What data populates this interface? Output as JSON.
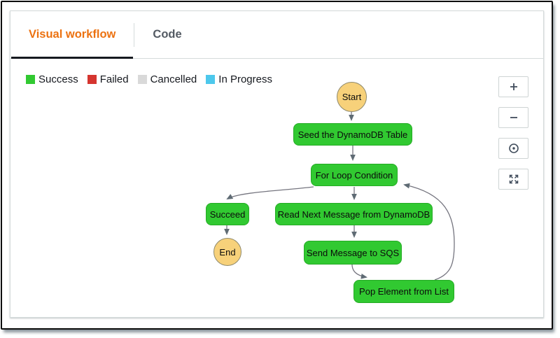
{
  "tabs": [
    {
      "label": "Visual workflow",
      "active": true
    },
    {
      "label": "Code",
      "active": false
    }
  ],
  "legend": [
    {
      "label": "Success",
      "color": "#31c931"
    },
    {
      "label": "Failed",
      "color": "#d5352f"
    },
    {
      "label": "Cancelled",
      "color": "#d9d9d9"
    },
    {
      "label": "In Progress",
      "color": "#4dc8ec"
    }
  ],
  "toolbar": {
    "icons": [
      "zoom-in-icon",
      "zoom-out-icon",
      "center-graph-icon",
      "fit-to-screen-icon"
    ]
  },
  "workflow": {
    "nodes": [
      {
        "id": "start",
        "label": "Start",
        "type": "circle",
        "status": "start"
      },
      {
        "id": "seed",
        "label": "Seed the DynamoDB Table",
        "type": "task",
        "status": "success"
      },
      {
        "id": "forloop",
        "label": "For Loop Condition",
        "type": "task",
        "status": "success"
      },
      {
        "id": "succeed",
        "label": "Succeed",
        "type": "task",
        "status": "success"
      },
      {
        "id": "readnext",
        "label": "Read Next Message from DynamoDB",
        "type": "task",
        "status": "success"
      },
      {
        "id": "end",
        "label": "End",
        "type": "circle",
        "status": "end"
      },
      {
        "id": "sendmsg",
        "label": "Send Message to SQS",
        "type": "task",
        "status": "success"
      },
      {
        "id": "popelem",
        "label": "Pop Element from List",
        "type": "task",
        "status": "success"
      }
    ],
    "edges": [
      {
        "from": "start",
        "to": "seed"
      },
      {
        "from": "seed",
        "to": "forloop"
      },
      {
        "from": "forloop",
        "to": "succeed"
      },
      {
        "from": "forloop",
        "to": "readnext"
      },
      {
        "from": "succeed",
        "to": "end"
      },
      {
        "from": "readnext",
        "to": "sendmsg"
      },
      {
        "from": "sendmsg",
        "to": "popelem"
      },
      {
        "from": "popelem",
        "to": "forloop"
      }
    ]
  },
  "colors": {
    "accent_orange": "#ec7211",
    "tab_inactive": "#545b64",
    "node_success": "#31c931",
    "node_terminal": "#f7d17a",
    "edge": "#75757f"
  }
}
